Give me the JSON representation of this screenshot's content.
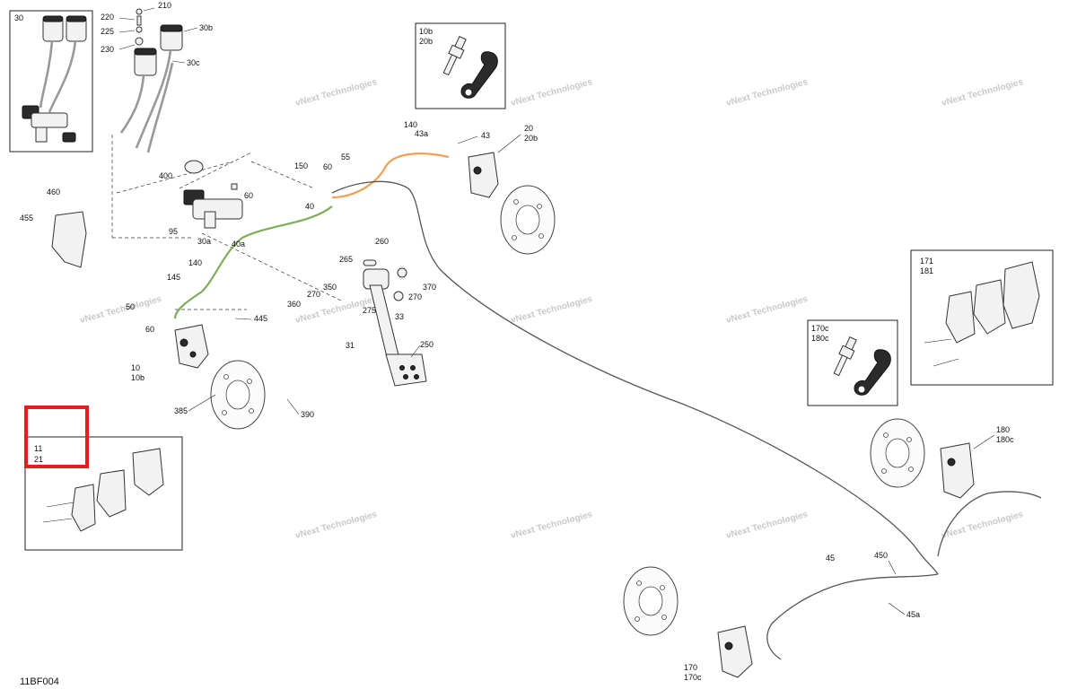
{
  "drawing_code": "11BF004",
  "watermark": "vNext Technologies",
  "colors": {
    "green_line": "#7fae5a",
    "orange_line": "#f0a055",
    "highlight": "#e0201f"
  },
  "inset_30": {
    "label": "30"
  },
  "inset_bleeder_front": {
    "label1": "10b",
    "label2": "20b"
  },
  "inset_bleeder_rear": {
    "label1": "170c",
    "label2": "180c"
  },
  "inset_pads_rear": {
    "label1": "171",
    "label2": "181"
  },
  "inset_pads_front": {
    "label1": "11",
    "label2": "21"
  },
  "callouts": {
    "c210": "210",
    "c220": "220",
    "c225": "225",
    "c230": "230",
    "c30b": "30b",
    "c30c": "30c",
    "c400": "400",
    "c60a": "60",
    "c95": "95",
    "c30a": "30a",
    "c40a": "40a",
    "c140a": "140",
    "c145": "145",
    "c50": "50",
    "c60b": "60",
    "c460": "460",
    "c455": "455",
    "c150": "150",
    "c60c": "60",
    "c55": "55",
    "c40": "40",
    "c140b": "140",
    "c43a": "43a",
    "c43": "43",
    "c20": "20",
    "c20b": "20b",
    "c260": "260",
    "c265": "265",
    "c370": "370",
    "c270a": "270",
    "c270b": "270",
    "c350": "350",
    "c360": "360",
    "c33": "33",
    "c275": "275",
    "c31": "31",
    "c250": "250",
    "c445": "445",
    "c10": "10",
    "c10b": "10b",
    "c385": "385",
    "c390": "390",
    "c180": "180",
    "c180c": "180c",
    "c450": "450",
    "c45": "45",
    "c45a": "45a",
    "c170": "170",
    "c170c": "170c"
  }
}
